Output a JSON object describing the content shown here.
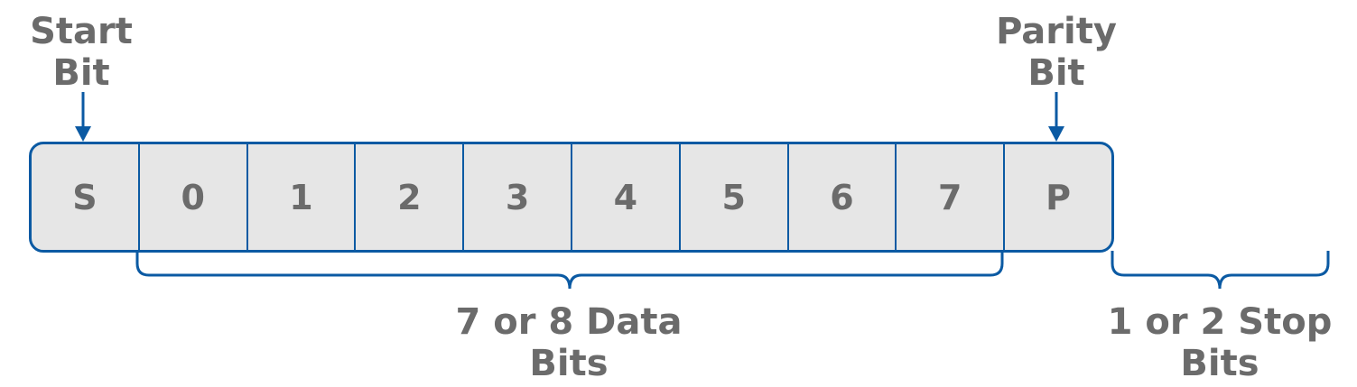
{
  "labels": {
    "start": [
      "Start",
      "Bit"
    ],
    "parity": [
      "Parity",
      "Bit"
    ],
    "data_bits": [
      "7 or 8 Data",
      "Bits"
    ],
    "stop_bits": [
      "1 or 2 Stop",
      "Bits"
    ]
  },
  "cells": [
    "S",
    "0",
    "1",
    "2",
    "3",
    "4",
    "5",
    "6",
    "7",
    "P"
  ],
  "colors": {
    "accent": "#0b5aa3",
    "cell_fill": "#e6e6e6",
    "text": "#6b6b6b"
  }
}
